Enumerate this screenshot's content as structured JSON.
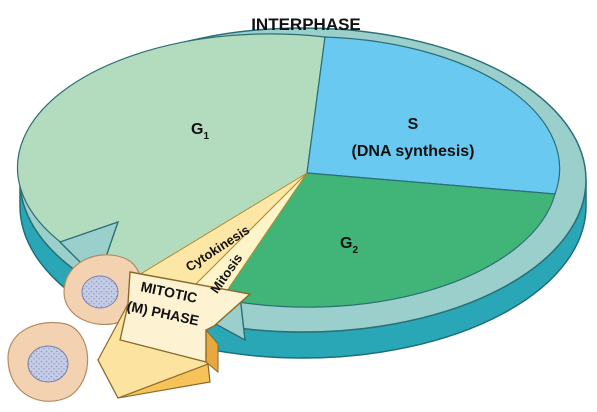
{
  "title": "INTERPHASE",
  "phases": {
    "g1": {
      "letter": "G",
      "sub": "1"
    },
    "s": {
      "line1": "S",
      "line2": "(DNA synthesis)"
    },
    "g2": {
      "letter": "G",
      "sub": "2"
    }
  },
  "mitotic": {
    "cytokinesis": "Cytokinesis",
    "mitosis": "Mitosis",
    "line1": "MITOTIC",
    "line2": "(M) PHASE"
  },
  "colors": {
    "ring_top": "#9bcfcc",
    "ring_side": "#2aa7b6",
    "g1": "#b2dcbd",
    "s": "#6ac9f1",
    "g2": "#40b577",
    "wedge": "#fdf4c9",
    "arrow_light": "#fdf2d2",
    "arrow_dark": "#f6c35a",
    "cell_fill": "#f2d2b1",
    "nucleus": "#c5cde6"
  }
}
